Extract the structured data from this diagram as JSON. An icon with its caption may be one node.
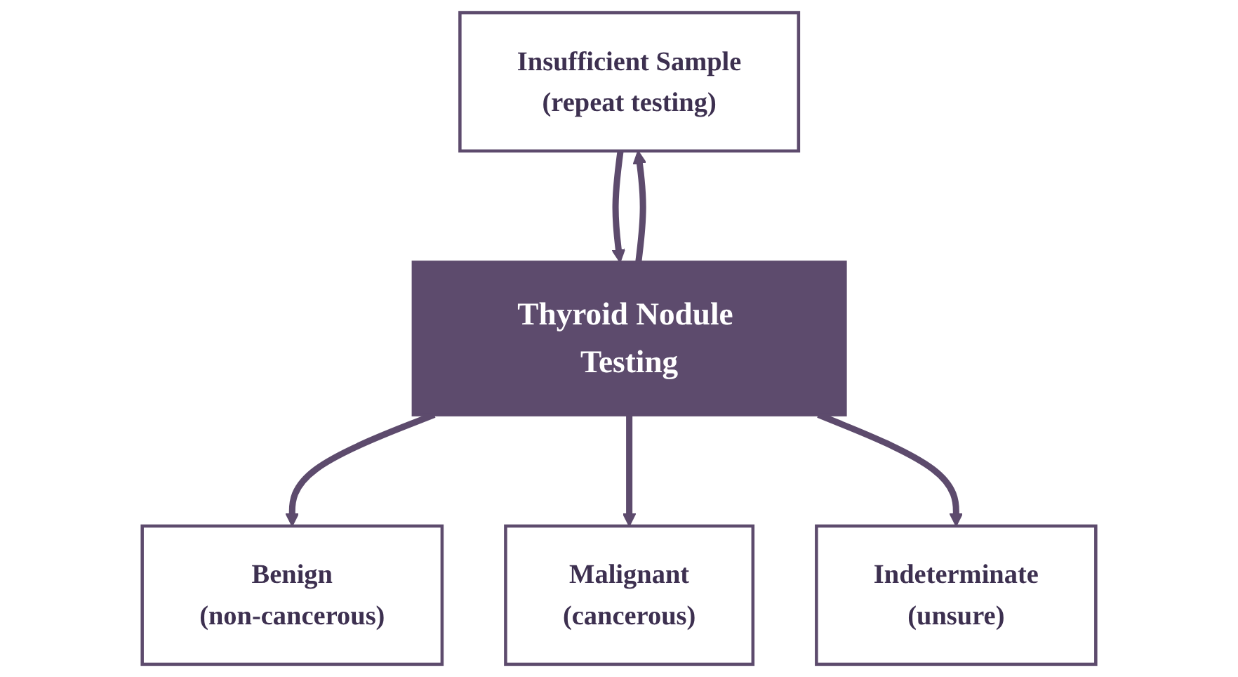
{
  "diagram": {
    "nodes": [
      {
        "text": [
          "Insufficient Sample",
          "(repeat testing)"
        ]
      },
      {
        "text": [
          "Benign",
          "(non-cancerous)"
        ]
      },
      {
        "text": [
          "Thyroid Nodule Testing"
        ]
      },
      {
        "text": [
          "Malignant",
          "(cancerous)"
        ]
      },
      {
        "text": [
          "Indeterminate",
          "(unsure)"
        ]
      }
    ],
    "edges": [
      {
        "from": 2,
        "to": 0,
        "arrow": "to"
      },
      {
        "from": 2,
        "to": 1,
        "arrow": "to"
      },
      {
        "from": 2,
        "to": 3,
        "arrow": "to"
      },
      {
        "from": 2,
        "to": 4,
        "arrow": "to"
      },
      {
        "from": 0,
        "to": 2,
        "arrow": "to"
      }
    ]
  }
}
